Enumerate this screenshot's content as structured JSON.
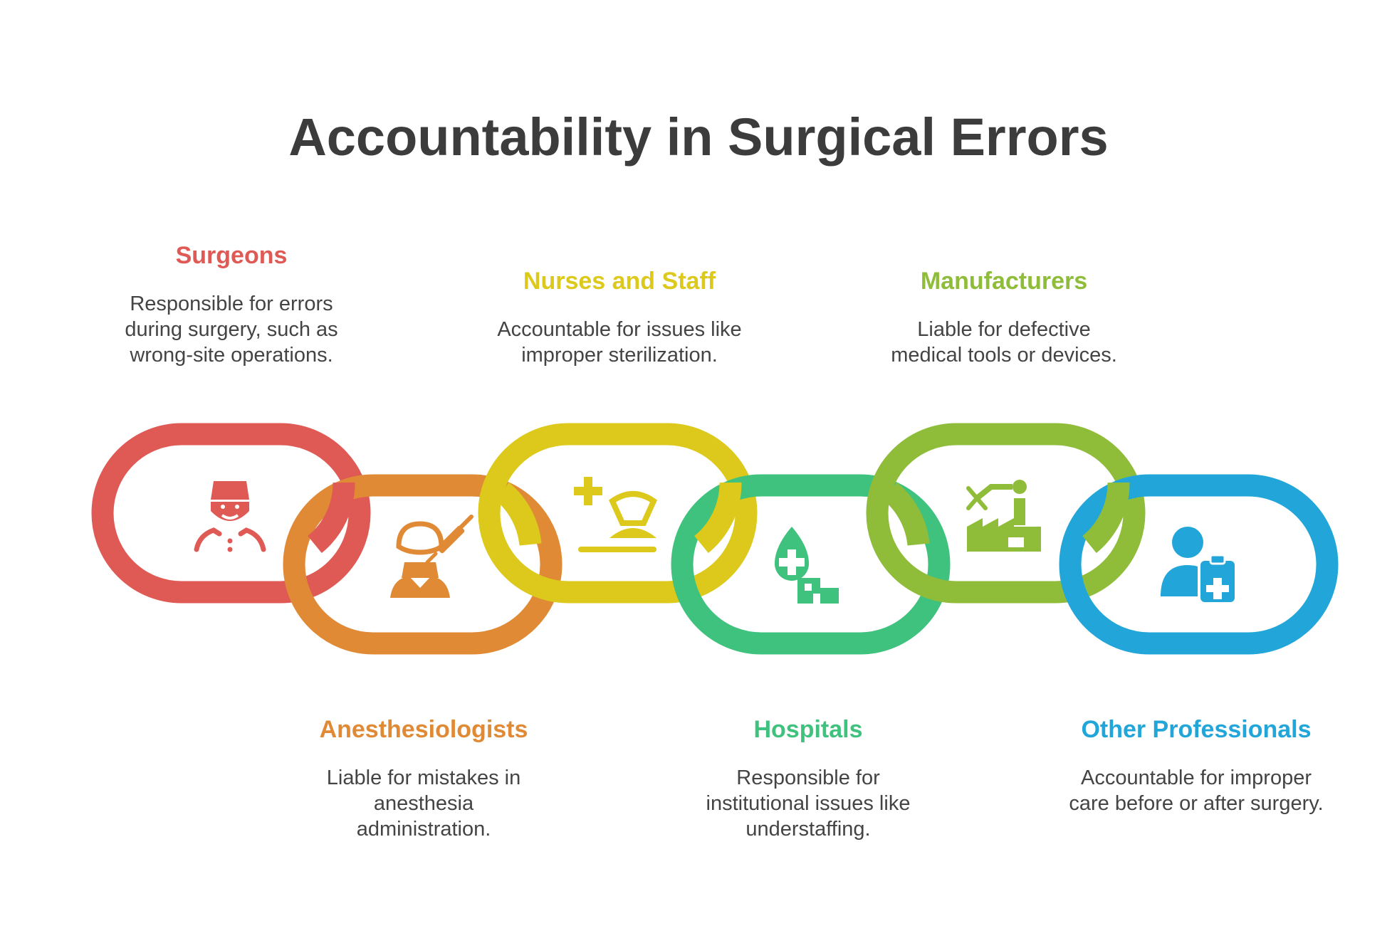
{
  "title": "Accountability in Surgical Errors",
  "items": [
    {
      "heading": "Surgeons",
      "text": "Responsible for errors during surgery, such as wrong-site operations.",
      "color": "#e05a55",
      "icon": "surgeon-icon"
    },
    {
      "heading": "Anesthesiologists",
      "text": "Liable for mistakes in anesthesia administration.",
      "color": "#e08a35",
      "icon": "anesthesiologist-syringe-icon"
    },
    {
      "heading": "Nurses and Staff",
      "text": "Accountable for issues like improper sterilization.",
      "color": "#dcc91c",
      "icon": "nurse-icon"
    },
    {
      "heading": "Hospitals",
      "text": "Responsible for institutional issues like understaffing.",
      "color": "#3fc27e",
      "icon": "hospital-icon"
    },
    {
      "heading": "Manufacturers",
      "text": "Liable for defective medical tools or devices.",
      "color": "#8fbd3a",
      "icon": "factory-robot-arm-icon"
    },
    {
      "heading": "Other Professionals",
      "text": "Accountable for improper care before or after surgery.",
      "color": "#22a6d9",
      "icon": "professional-clipboard-icon"
    }
  ]
}
